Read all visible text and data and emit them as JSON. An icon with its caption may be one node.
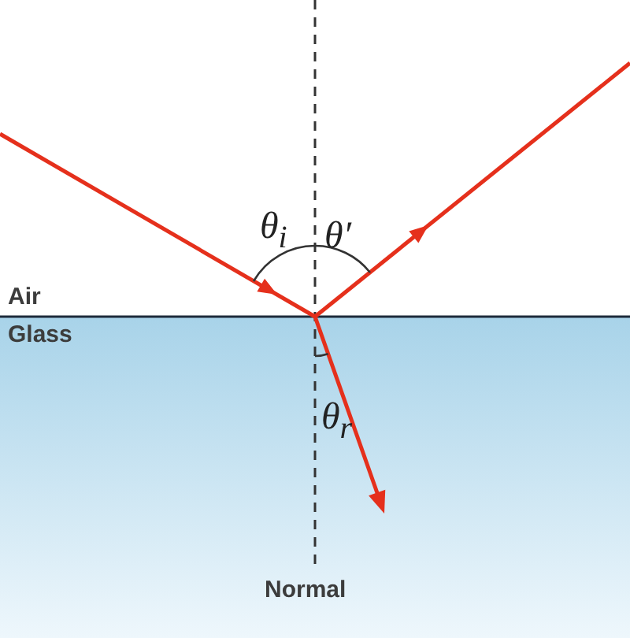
{
  "diagram": {
    "labels": [
      "Air",
      "Glass",
      "θ$_{i}$",
      "θ′",
      "θ$_{r}$",
      "Normal"
    ]
  }
}
